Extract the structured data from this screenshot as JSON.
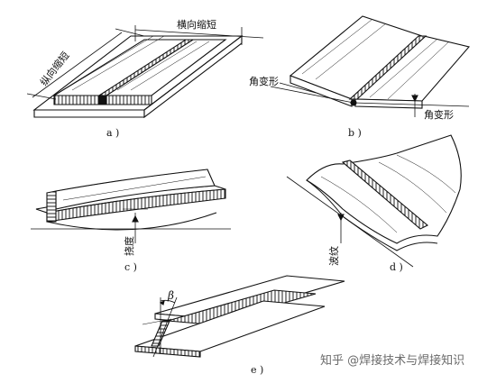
{
  "figure": {
    "panels": {
      "a": {
        "caption": "a )",
        "labels": {
          "transverse": "横向缩短",
          "longitudinal": "纵向缩短"
        }
      },
      "b": {
        "caption": "b )",
        "labels": {
          "angle_top": "角变形",
          "angle_bottom": "角变形"
        }
      },
      "c": {
        "caption": "c )",
        "labels": {
          "deflection": "挠度"
        }
      },
      "d": {
        "caption": "d )",
        "labels": {
          "wave": "波纹"
        }
      },
      "e": {
        "caption": "e )",
        "labels": {
          "beta": "β"
        }
      }
    },
    "watermark": "知乎 @焊接技术与焊接知识"
  }
}
